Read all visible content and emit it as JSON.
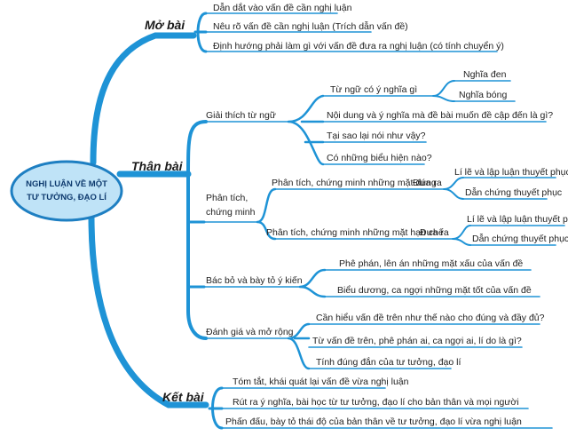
{
  "center": {
    "line1": "NGHỊ LUẬN VỀ MỘT",
    "line2": "TƯ TƯỞNG, ĐẠO LÍ"
  },
  "colors": {
    "line": "#1e93d6",
    "center_fill": "#bfe3f7",
    "center_stroke": "#1e7fc2"
  },
  "mo_bai": {
    "title": "Mở bài",
    "items": [
      "Dẫn dắt vào vấn đề cần nghị luận",
      "Nêu rõ vấn đề cần nghị luận (Trích dẫn vấn đề)",
      "Định hướng phải làm gì với vấn đề đưa ra nghị luận (có tính chuyển ý)"
    ]
  },
  "than_bai": {
    "title": "Thân bài",
    "giai_thich": {
      "label": "Giải thích từ ngữ",
      "tu_ngu": {
        "label": "Từ ngữ có ý nghĩa gì",
        "children": [
          "Nghĩa đen",
          "Nghĩa bóng"
        ]
      },
      "items": [
        "Nội dung và ý nghĩa mà đề bài muốn đề cập đến là gì?",
        "Tại sao lại nói như vậy?",
        "Có những biểu hiện nào?"
      ]
    },
    "phan_tich": {
      "label1": "Phân tích,",
      "label2": "chứng minh",
      "dung": {
        "label": "Phân tích, chứng minh những mặt đúng",
        "dua_ra": "Đưa ra",
        "children": [
          "Lí lẽ và lập luận thuyết phục",
          "Dẫn chứng thuyết phục"
        ]
      },
      "han_che": {
        "label": "Phân tích, chứng minh những mặt hạn chế",
        "dua_ra": "Đưa ra",
        "children": [
          "Lí lẽ và lập luận thuyết phục",
          "Dẫn chứng thuyết phục"
        ]
      }
    },
    "bac_bo": {
      "label": "Bác bỏ và bày tỏ ý kiến",
      "items": [
        "Phê phán, lên án những mặt xấu của vấn đề",
        "Biểu dương, ca ngợi những mặt tốt của vấn đề"
      ]
    },
    "danh_gia": {
      "label": "Đánh giá và mở rộng",
      "items": [
        "Cần hiểu vấn đề trên như thế nào cho đúng và đầy đủ?",
        "Từ vấn đề trên, phê phán ai, ca ngợi ai, lí do là gì?",
        "Tính đúng đắn của tư tưởng, đạo lí"
      ]
    }
  },
  "ket_bai": {
    "title": "Kết bài",
    "items": [
      "Tóm tắt, khái quát lại vấn đề vừa nghị luận",
      "Rút ra ý nghĩa, bài học từ tư tưởng, đạo lí cho bản thân và mọi người",
      "Phấn đấu, bày tỏ thái độ của bản thân về tư tưởng, đạo lí vừa nghị luận"
    ]
  }
}
